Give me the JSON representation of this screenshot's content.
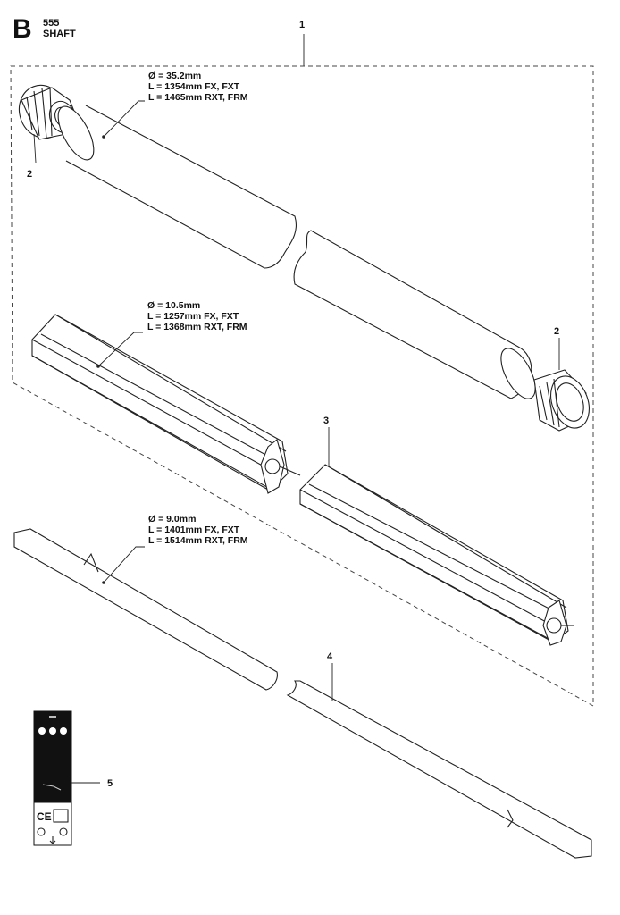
{
  "header": {
    "section_letter": "B",
    "model": "555",
    "title": "SHAFT"
  },
  "callouts": {
    "c1": "1",
    "c2a": "2",
    "c2b": "2",
    "c3": "3",
    "c4": "4",
    "c5": "5"
  },
  "specs": {
    "tube": [
      "Ø = 35.2mm",
      "L = 1354mm FX, FXT",
      "L = 1465mm RXT, FRM"
    ],
    "bearing": [
      "Ø = 10.5mm",
      "L = 1257mm FX, FXT",
      "L = 1368mm RXT, FRM"
    ],
    "driveshaft": [
      "Ø = 9.0mm",
      "L = 1401mm FX, FXT",
      "L = 1514mm RXT, FRM"
    ]
  },
  "decal": {
    "ce_mark": "CE"
  }
}
